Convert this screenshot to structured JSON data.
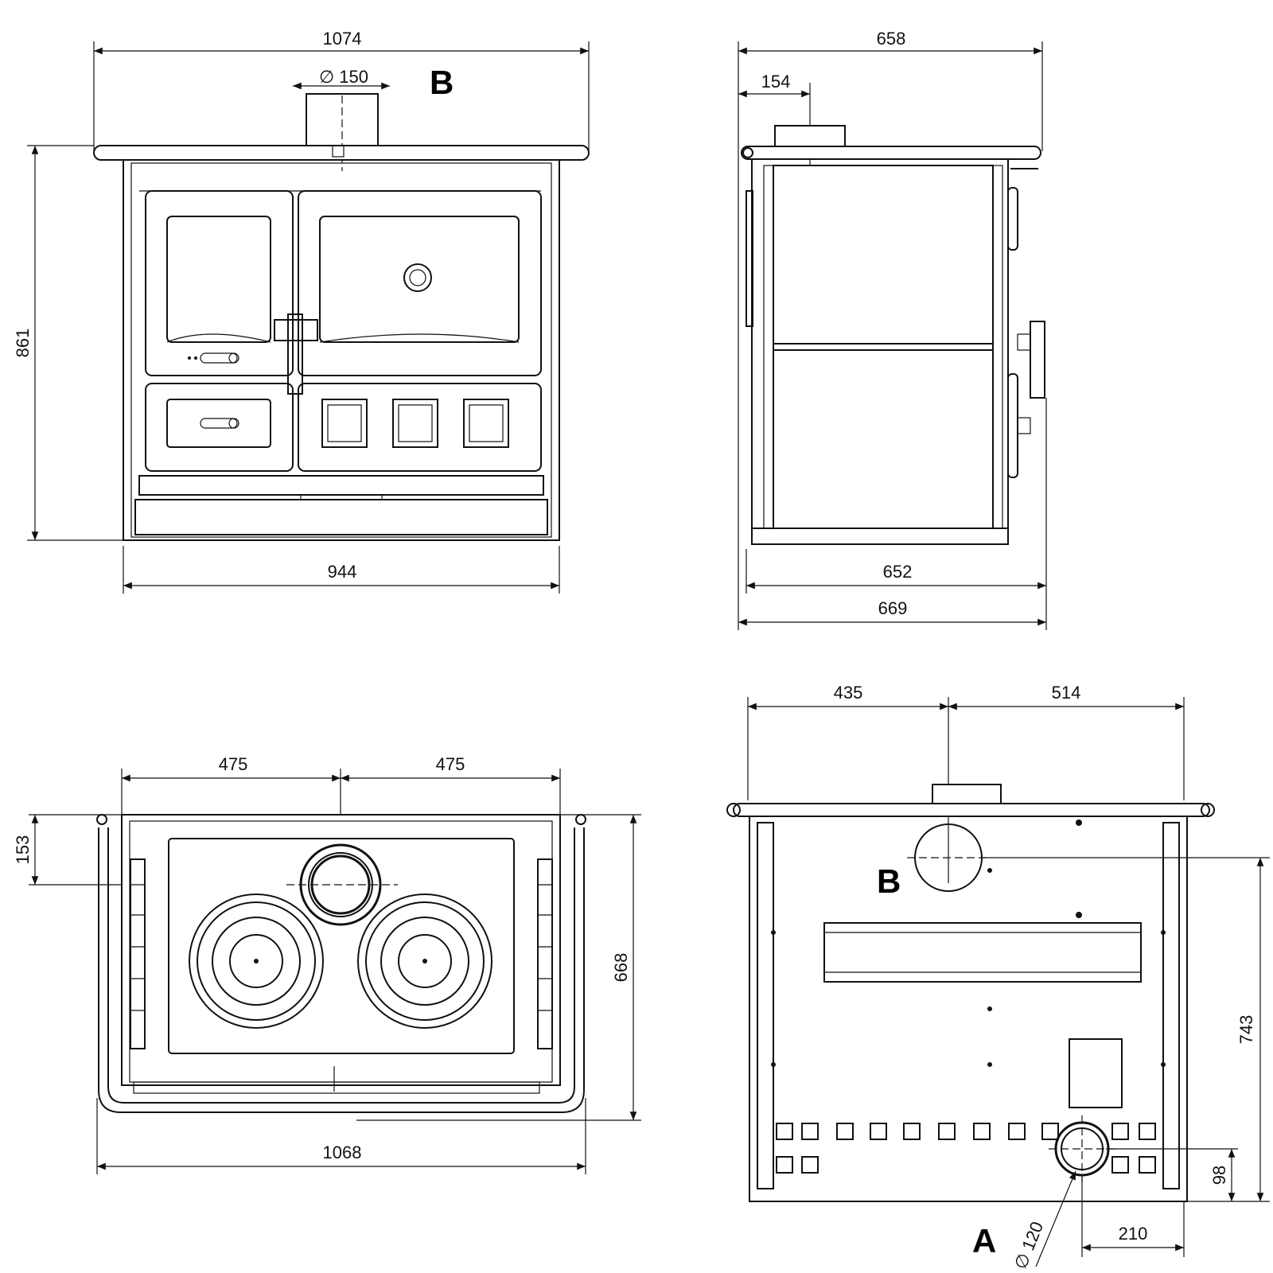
{
  "drawing": {
    "front_view": {
      "overall_width": "1074",
      "flue_diameter": "∅ 150",
      "flue_label": "B",
      "height": "861",
      "base_width": "944"
    },
    "side_view": {
      "overall_depth": "658",
      "flue_offset": "154",
      "body_depth": "652",
      "total_depth": "669"
    },
    "top_view": {
      "left_to_center": "475",
      "center_to_right": "475",
      "flue_from_back": "153",
      "depth": "668",
      "overall_width": "1068"
    },
    "rear_view": {
      "left_to_flue": "435",
      "flue_to_right": "514",
      "upper_flue_label": "B",
      "upper_flue_height": "743",
      "lower_inlet_height": "98",
      "lower_inlet_offset": "210",
      "lower_inlet_diameter": "∅ 120",
      "lower_inlet_label": "A"
    }
  }
}
